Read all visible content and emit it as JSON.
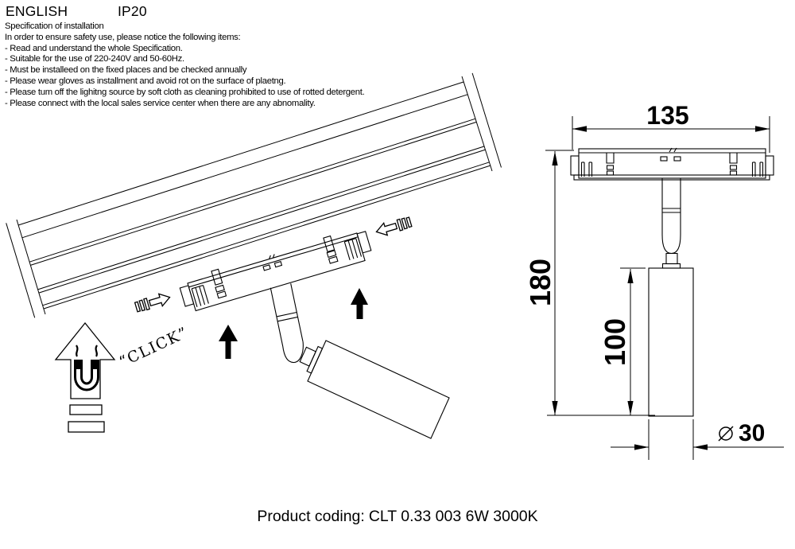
{
  "header": {
    "language_label": "ENGLISH",
    "ip_rating": "IP20"
  },
  "spec": {
    "title": "Specification of installation",
    "intro": "In order to ensure safety use, please notice the following items:",
    "items": [
      "- Read and understand the whole Specification.",
      "- Suitable for the use of 220-240V and 50-60Hz.",
      "- Must be installeed on the fixed places and be checked annually",
      "- Please wear gloves as installment and avoid rot on the surface of plaetng.",
      "- Please tum off the lighitng source by soft cloth as cleaning prohibited to use of rotted detergent.",
      "- Please connect with the local sales service center when there are any abnomality."
    ]
  },
  "installation_diagram": {
    "click_label": "“CLICK”"
  },
  "dimension_diagram": {
    "width_mm": "135",
    "total_height_mm": "180",
    "body_height_mm": "100",
    "diameter_symbol": "⌀",
    "diameter_mm": "30"
  },
  "footer": {
    "product_coding_label": "Product coding:",
    "product_coding_value": "CLT 0.33 003 6W 3000K"
  },
  "icons": {
    "magnet_arrow": "horseshoe-magnet-up-arrow",
    "solid_arrow": "solid-up-arrow",
    "slide_arrow": "hollow-slide-arrow"
  },
  "colors": {
    "line": "#000000",
    "background": "#ffffff"
  }
}
